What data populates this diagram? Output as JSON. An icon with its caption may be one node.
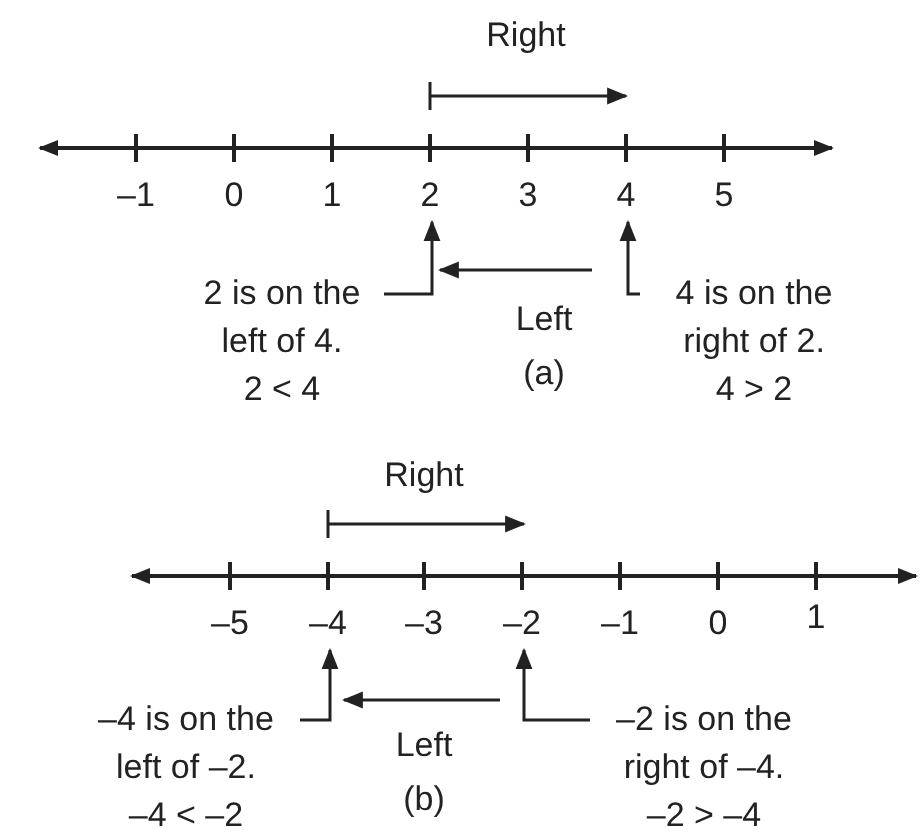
{
  "diagram": {
    "nodes": [
      {
        "text": [
          "2"
        ]
      },
      {
        "text": [
          "4"
        ]
      },
      {
        "text": [
          "2 is on the left of 4.",
          "2 < 4"
        ]
      },
      {
        "text": [
          "4 is on the right of 2.",
          "4 > 2"
        ]
      },
      {
        "text": [
          "–4"
        ]
      },
      {
        "text": [
          "–2"
        ]
      },
      {
        "text": [
          "–4 is on the left of –2.",
          "–4 < –2"
        ]
      },
      {
        "text": [
          "–2 is on the right of –4.",
          "–2 > –4"
        ]
      }
    ],
    "edges": [
      {
        "from": 2,
        "to": 0,
        "arrow": "to"
      },
      {
        "from": 3,
        "to": 1,
        "arrow": "to"
      },
      {
        "from": 6,
        "to": 4,
        "arrow": "to"
      },
      {
        "from": 7,
        "to": 5,
        "arrow": "to"
      }
    ],
    "labels": [
      "Right",
      "–1",
      "0",
      "1",
      "3",
      "5",
      "Left",
      "(a)",
      "Right",
      "–5",
      "–3",
      "–1",
      "0",
      "1",
      "Left",
      "(b)"
    ]
  }
}
